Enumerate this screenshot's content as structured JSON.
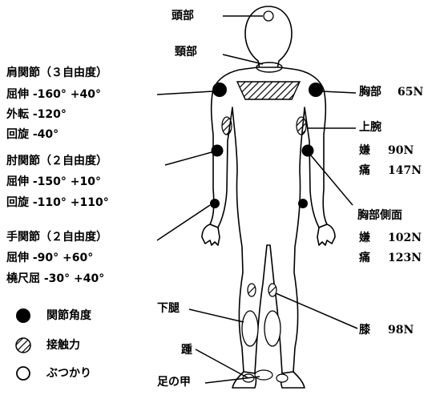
{
  "labels": {
    "head": "頭部",
    "neck": "頸部",
    "shoulder_title": "肩関節（３自由度）",
    "shoulder_flex": "屈伸 -160°  +40°",
    "shoulder_abd": "外転 -120°",
    "shoulder_rot": "回旋 -40°",
    "elbow_title": "肘関節（２自由度）",
    "elbow_flex": "屈伸 -150°  +10°",
    "elbow_rot": "回旋 -110°  +110°",
    "wrist_title": "手関節（２自由度）",
    "wrist_flex": "屈伸 -90°  +60°",
    "wrist_dev": "橈尺屈 -30°  +40°",
    "chest": "胸部",
    "chest_val": "65N",
    "upper_arm": "上腕",
    "upper_arm_a": "嫌",
    "upper_arm_a_val": "90N",
    "upper_arm_b": "痛",
    "upper_arm_b_val": "147N",
    "chest_side": "胸部側面",
    "chest_side_a": "嫌",
    "chest_side_a_val": "102N",
    "chest_side_b": "痛",
    "chest_side_b_val": "123N",
    "lower_leg": "下腿",
    "knee": "膝",
    "knee_val": "98N",
    "heel": "踵",
    "instep": "足の甲"
  },
  "legend": [
    {
      "icon": "filled-circle-icon",
      "label": "関節角度"
    },
    {
      "icon": "hatched-circle-icon",
      "label": "接触力"
    },
    {
      "icon": "hollow-circle-icon",
      "label": "ぶつかり"
    }
  ]
}
